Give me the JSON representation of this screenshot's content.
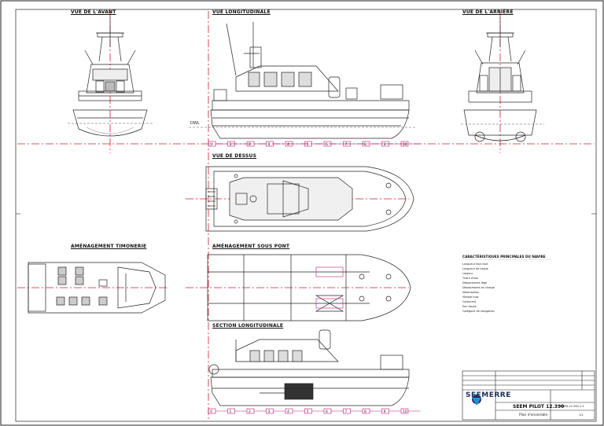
{
  "views": {
    "front": "VUE DE L'AVANT",
    "profile": "VUE LONGITUDINALE",
    "rear": "VUE DE L'ARRIÈRE",
    "top": "VUE DE DESSUS",
    "wheelhouse": "AMÉNAGEMENT TIMONERIE",
    "below_deck": "AMÉNAGEMENT SOUS PONT",
    "section": "SECTION LONGITUDINALE"
  },
  "waterline_label": "DWL",
  "station_numbers": [
    "0",
    "1",
    "2",
    "3",
    "4",
    "5",
    "6",
    "7",
    "8",
    "9",
    "10"
  ],
  "specs": {
    "title": "CARACTÉRISTIQUES PRINCIPALES DU NAVIRE",
    "rows": [
      "Longueur hors tout",
      "Longueur de coque",
      "Largeur",
      "Tirant d'eau",
      "Déplacement lège",
      "Déplacement en charge",
      "Motorisation",
      "Vitesse max",
      "Carburant",
      "Eau douce",
      "Catégorie de navigation"
    ]
  },
  "title_block": {
    "company": "SEEMERRE",
    "project": "SEEM PILOT 12.390",
    "drawing": "Plan d'ensemble",
    "ref": "SEEM-12.390-1-1",
    "sheet": "1/1"
  },
  "colors": {
    "axis": "#d21e2a",
    "station": "#c2187a",
    "ink": "#222222"
  }
}
